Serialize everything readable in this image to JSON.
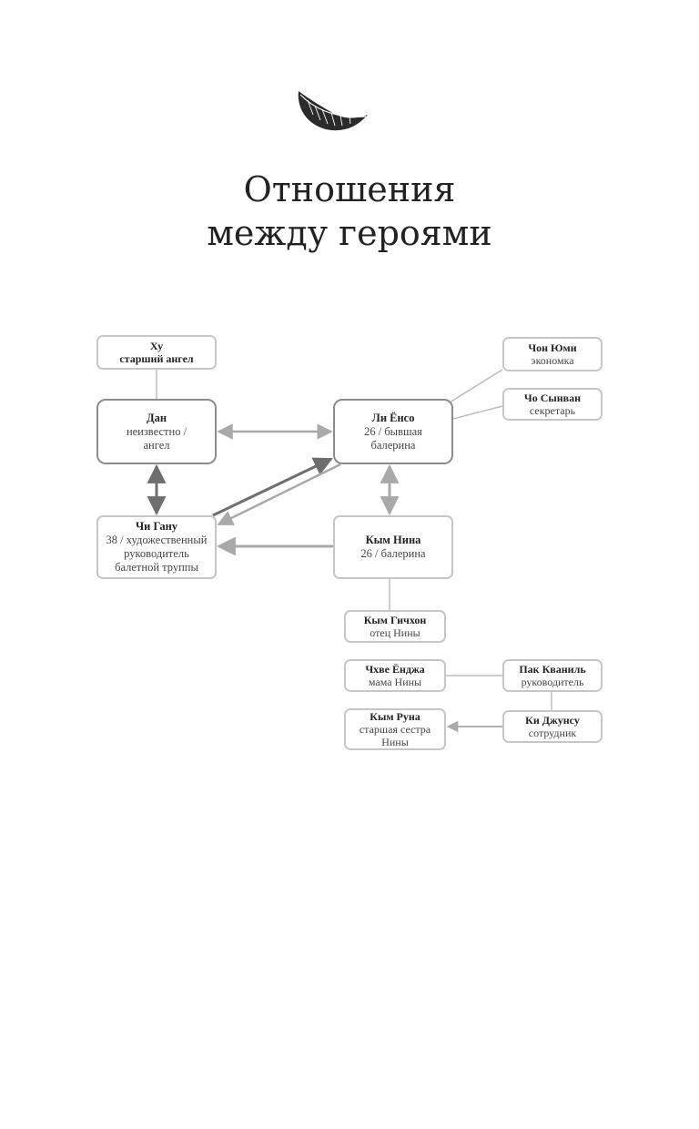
{
  "title": {
    "line1": "Отношения",
    "line2": "между героями"
  },
  "icons": {
    "logo": "feather-icon"
  },
  "colors": {
    "major_border": "#8c8c8c",
    "minor_border": "#c6c6c6",
    "line": "#a9a9a9",
    "line_dark": "#6e6e6e"
  },
  "nodes": {
    "hu": {
      "name": "Ху",
      "desc": "старший ангел"
    },
    "dan": {
      "name": "Дан",
      "desc1": "неизвестно /",
      "desc2": "ангел"
    },
    "li": {
      "name": "Ли Ёнсо",
      "desc1": "26 / бывшая",
      "desc2": "балерина"
    },
    "chi": {
      "name": "Чи Гану",
      "desc1": "38 / художественный",
      "desc2": "руководитель",
      "desc3": "балетной труппы"
    },
    "kym_nina": {
      "name": "Кым Нина",
      "desc1": "26 / балерина"
    },
    "chon": {
      "name": "Чон Юми",
      "desc": "экономка"
    },
    "cho": {
      "name": "Чо Сынван",
      "desc": "секретарь"
    },
    "gichkhon": {
      "name": "Кым Гичхон",
      "desc": "отец Нины"
    },
    "chkhve": {
      "name": "Чхве Ёнджа",
      "desc": "мама Нины"
    },
    "pak": {
      "name": "Пак Кваниль",
      "desc": "руководитель"
    },
    "kym_runa": {
      "name": "Кым Руна",
      "desc1": "старшая сестра",
      "desc2": "Нины"
    },
    "ki": {
      "name": "Ки Джунсу",
      "desc": "сотрудник"
    }
  }
}
